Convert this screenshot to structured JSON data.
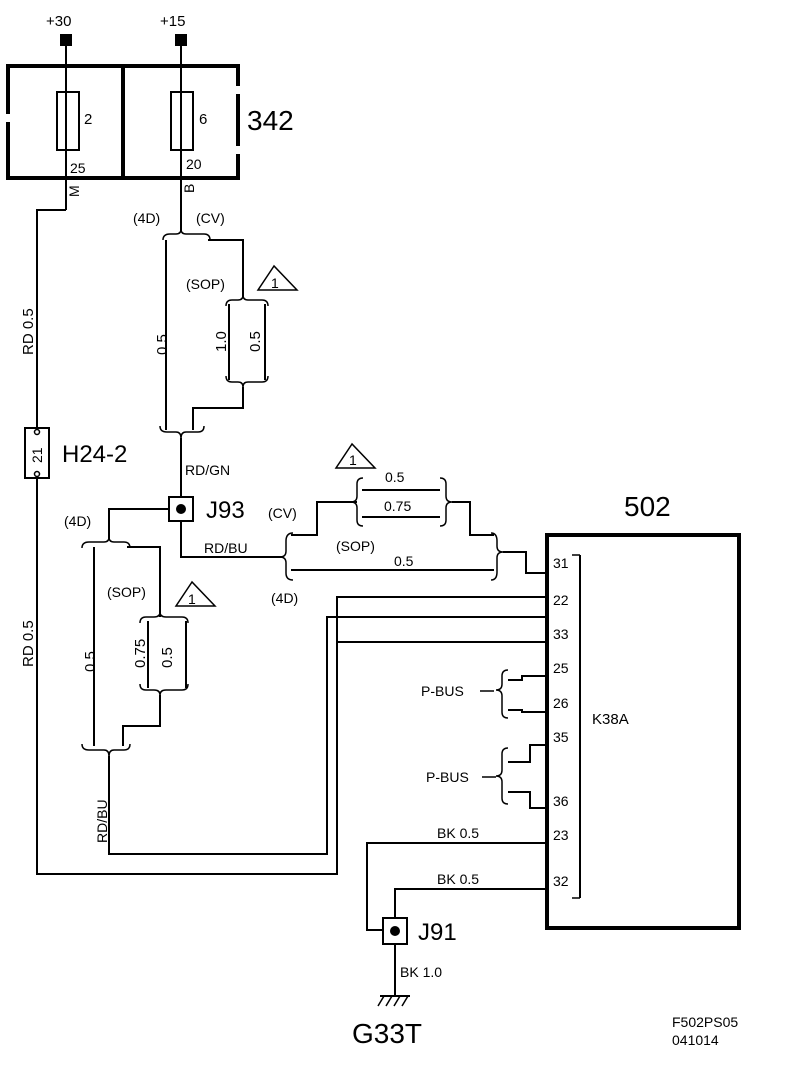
{
  "supplies": {
    "plus30": "+30",
    "plus15": "+15"
  },
  "fusebox": {
    "id": "342",
    "fuse_left": {
      "number": "2",
      "pin": "25",
      "wire_code": "M"
    },
    "fuse_right": {
      "number": "6",
      "pin": "20",
      "wire_code": "B"
    }
  },
  "labels": {
    "rd05_upper": "RD 0.5",
    "rd05_lower": "RD 0.5",
    "h24": "H24-2",
    "h24_pin": "21",
    "variant_4d_top": "(4D)",
    "variant_cv_top": "(CV)",
    "variant_sop_top": "(SOP)",
    "warn_num": "1",
    "size_05_a": "0.5",
    "size_10": "1.0",
    "size_05_b": "0.5",
    "rd_gn": "RD/GN",
    "j93": "J93",
    "rd_bu_top": "RD/BU",
    "variant_cv_mid": "(CV)",
    "variant_sop_mid": "(SOP)",
    "variant_4d_mid": "(4D)",
    "size_05_mid1": "0.5",
    "size_075_mid": "0.75",
    "size_05_mid2": "0.5",
    "variant_4d_left": "(4D)",
    "variant_sop_left": "(SOP)",
    "size_05_left": "0.5",
    "size_075_left": "0.75",
    "size_05_left2": "0.5",
    "rd_bu_bottom": "RD/BU",
    "j91": "J91",
    "bk_10": "BK 1.0",
    "ground": "G33T",
    "bk_23": "BK  0.5",
    "bk_32": "BK  0.5"
  },
  "module": {
    "id": "502",
    "connector": "K38A",
    "pins": [
      "31",
      "22",
      "33",
      "25",
      "26",
      "35",
      "36",
      "23",
      "32"
    ],
    "pbus_1": "P-BUS",
    "pbus_2": "P-BUS"
  },
  "footer": {
    "code": "F502PS05",
    "date": "041014"
  }
}
